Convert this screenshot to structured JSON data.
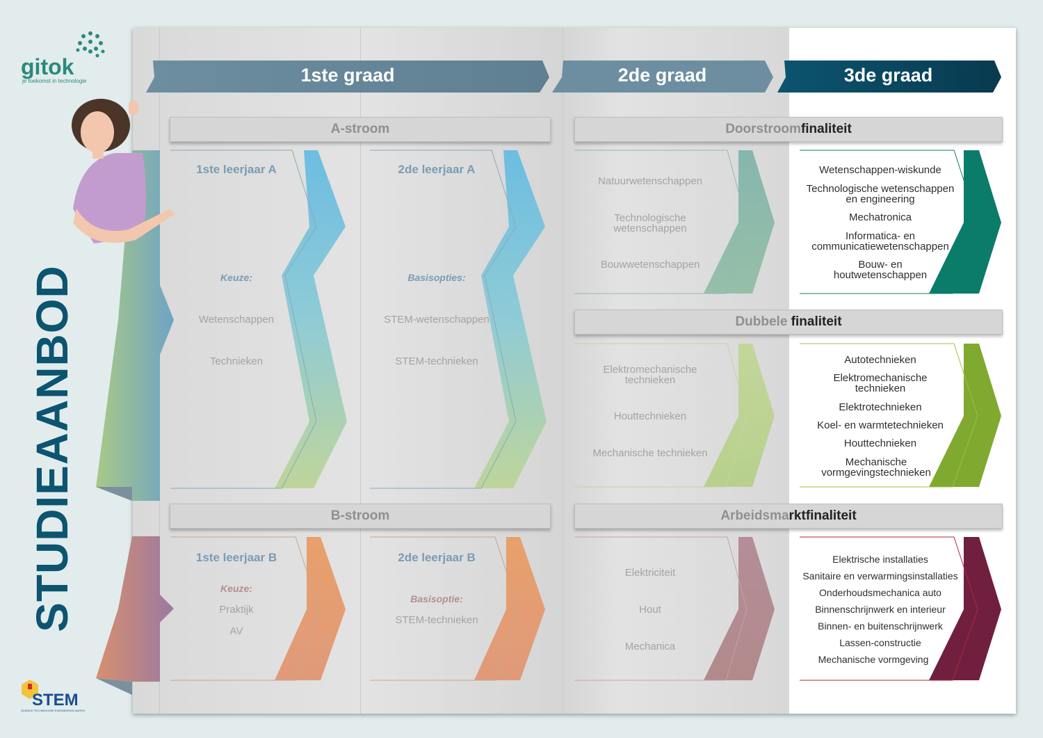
{
  "brand": {
    "logo_text": "gitok",
    "tagline": "je toekomst in technologie",
    "stem_logo": "STEM",
    "stem_tagline": "SCIENCE TECHNOLOGIE ENGINEERING MATHS"
  },
  "side_title": "STUDIEAANBOD",
  "headers": {
    "g1": "1ste graad",
    "g2": "2de graad",
    "g3": "3de graad"
  },
  "bars": {
    "a_stroom": "A-stroom",
    "b_stroom": "B-stroom",
    "doorstroom": {
      "light": "Doorstroom",
      "dark": "finaliteit"
    },
    "dubbele": {
      "light": "Dubbele",
      "dark": " finaliteit"
    },
    "arbeid": {
      "light": "Arbeidsma",
      "dark": "rktfinaliteit"
    }
  },
  "first": {
    "a1": {
      "title": "1ste leerjaar A",
      "label": "Keuze:",
      "items": [
        "Wetenschappen",
        "Technieken"
      ]
    },
    "a2": {
      "title": "2de leerjaar A",
      "label": "Basisopties:",
      "items": [
        "STEM-wetenschappen",
        "STEM-technieken"
      ]
    },
    "b1": {
      "title": "1ste leerjaar B",
      "label": "Keuze:",
      "items": [
        "Praktijk",
        "AV"
      ]
    },
    "b2": {
      "title": "2de leerjaar B",
      "label": "Basisoptie:",
      "items": [
        "STEM-technieken"
      ]
    }
  },
  "second": {
    "doorstroom": [
      "Natuurwetenschappen",
      "Technologische wetenschappen",
      "Bouwwetenschappen"
    ],
    "dubbele": [
      "Elektromechanische technieken",
      "Houttechnieken",
      "Mechanische technieken"
    ],
    "arbeid": [
      "Elektriciteit",
      "Hout",
      "Mechanica"
    ]
  },
  "third": {
    "doorstroom": [
      "Wetenschappen-wiskunde",
      "Technologische wetenschappen en engineering",
      "Mechatronica",
      "Informatica- en communicatiewetenschappen",
      "Bouw- en houtwetenschappen"
    ],
    "dubbele": [
      "Autotechnieken",
      "Elektromechanische technieken",
      "Elektrotechnieken",
      "Koel- en warmtetechnieken",
      "Houttechnieken",
      "Mechanische vormgevingstechnieken"
    ],
    "arbeid": [
      "Elektrische installaties",
      "Sanitaire en verwarmingsinstallaties",
      "Onderhoudsmechanica auto",
      "Binnenschrijnwerk en interieur",
      "Binnen- en buitenschrijnwerk",
      "Lassen-constructie",
      "Mechanische vormgeving"
    ]
  },
  "colors": {
    "title_blue": "#0c5470",
    "teal": "#0b7c69",
    "green": "#7fa92f",
    "wine": "#701f3f",
    "blue": "#6cbfe0"
  }
}
